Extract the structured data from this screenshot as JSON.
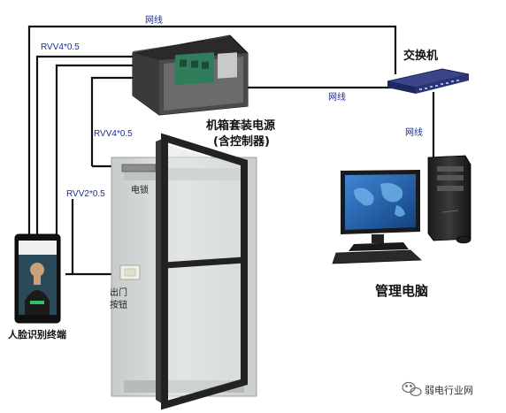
{
  "labels": {
    "network_top": "网线",
    "network_middle": "网线",
    "network_right": "网线",
    "cable_rvv4_top": "RVV4*0.5",
    "cable_rvv4_mid": "RVV4*0.5",
    "cable_rvv2": "RVV2*0.5",
    "power_box_line1": "机箱套装电源",
    "power_box_line2": "(含控制器)",
    "switch": "交换机",
    "management_pc": "管理电脑",
    "face_terminal": "人脸识别终端",
    "electric_lock": "电锁",
    "exit_button_line1": "出门",
    "exit_button_line2": "按钮"
  },
  "watermark": "弱电行业网",
  "icons": [
    "wechat-icon"
  ],
  "colors": {
    "wire": "#111111",
    "wire_label": "#1b2f8c",
    "switch_body": "#2a3470",
    "monitor_screen": "#1f5fae",
    "door_frame": "#222222",
    "wall": "#d9dcdc"
  }
}
